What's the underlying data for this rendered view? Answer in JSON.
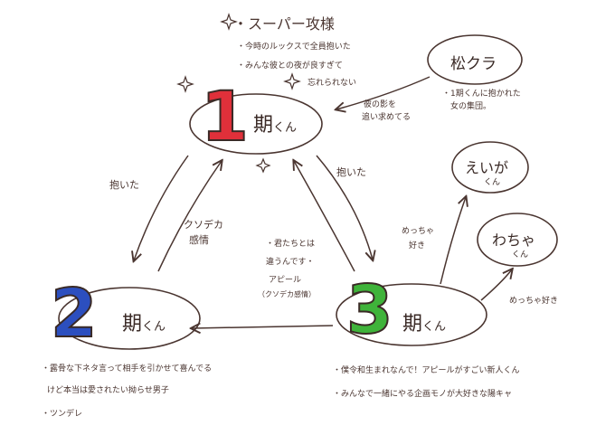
{
  "title": "・スーパー攻様",
  "gen1": {
    "numeral": "1",
    "label": "期",
    "suffix": "くん",
    "notes": [
      "・今時のルックスで全員抱いた",
      "・みんな彼との夜が良すぎて",
      "忘れられない"
    ],
    "color": "#e0303a"
  },
  "gen2": {
    "numeral": "2",
    "label": "期",
    "suffix": "くん",
    "notes": [
      "・露骨な下ネタ言って相手を引かせて喜んでる",
      "けど本当は愛されたい拗らせ男子",
      "・ツンデレ"
    ],
    "color": "#2c4fbf"
  },
  "gen3": {
    "numeral": "3",
    "label": "期",
    "suffix": "くん",
    "notes": [
      "・僕令和生まれなんで！アピールがすごい新人くん",
      "・みんなで一緒にやる企画モノが大好きな陽キャ"
    ],
    "color": "#3fb33a"
  },
  "matsukura": {
    "label": "松クラ",
    "notes": [
      "・1期くんに抱かれた",
      "女の集団。"
    ]
  },
  "eiga": {
    "label": "えいが",
    "suffix": "くん"
  },
  "wacha": {
    "label": "わちゃ",
    "suffix": "くん"
  },
  "arrows": {
    "matsu_to_1": [
      "彼の影を",
      "追い求めてる"
    ],
    "one_to_two": "抱いた",
    "two_to_one": [
      "クソデカ",
      "感情"
    ],
    "one_to_three": "抱いた",
    "three_to_one": [
      "・君たちとは",
      "違うんです・",
      "アピール",
      "（クソデカ感情）"
    ],
    "three_to_eiga": [
      "めっちゃ",
      "好き"
    ],
    "three_to_wacha": "めっちゃ好き"
  },
  "palette": {
    "ink": "#4a3530"
  }
}
